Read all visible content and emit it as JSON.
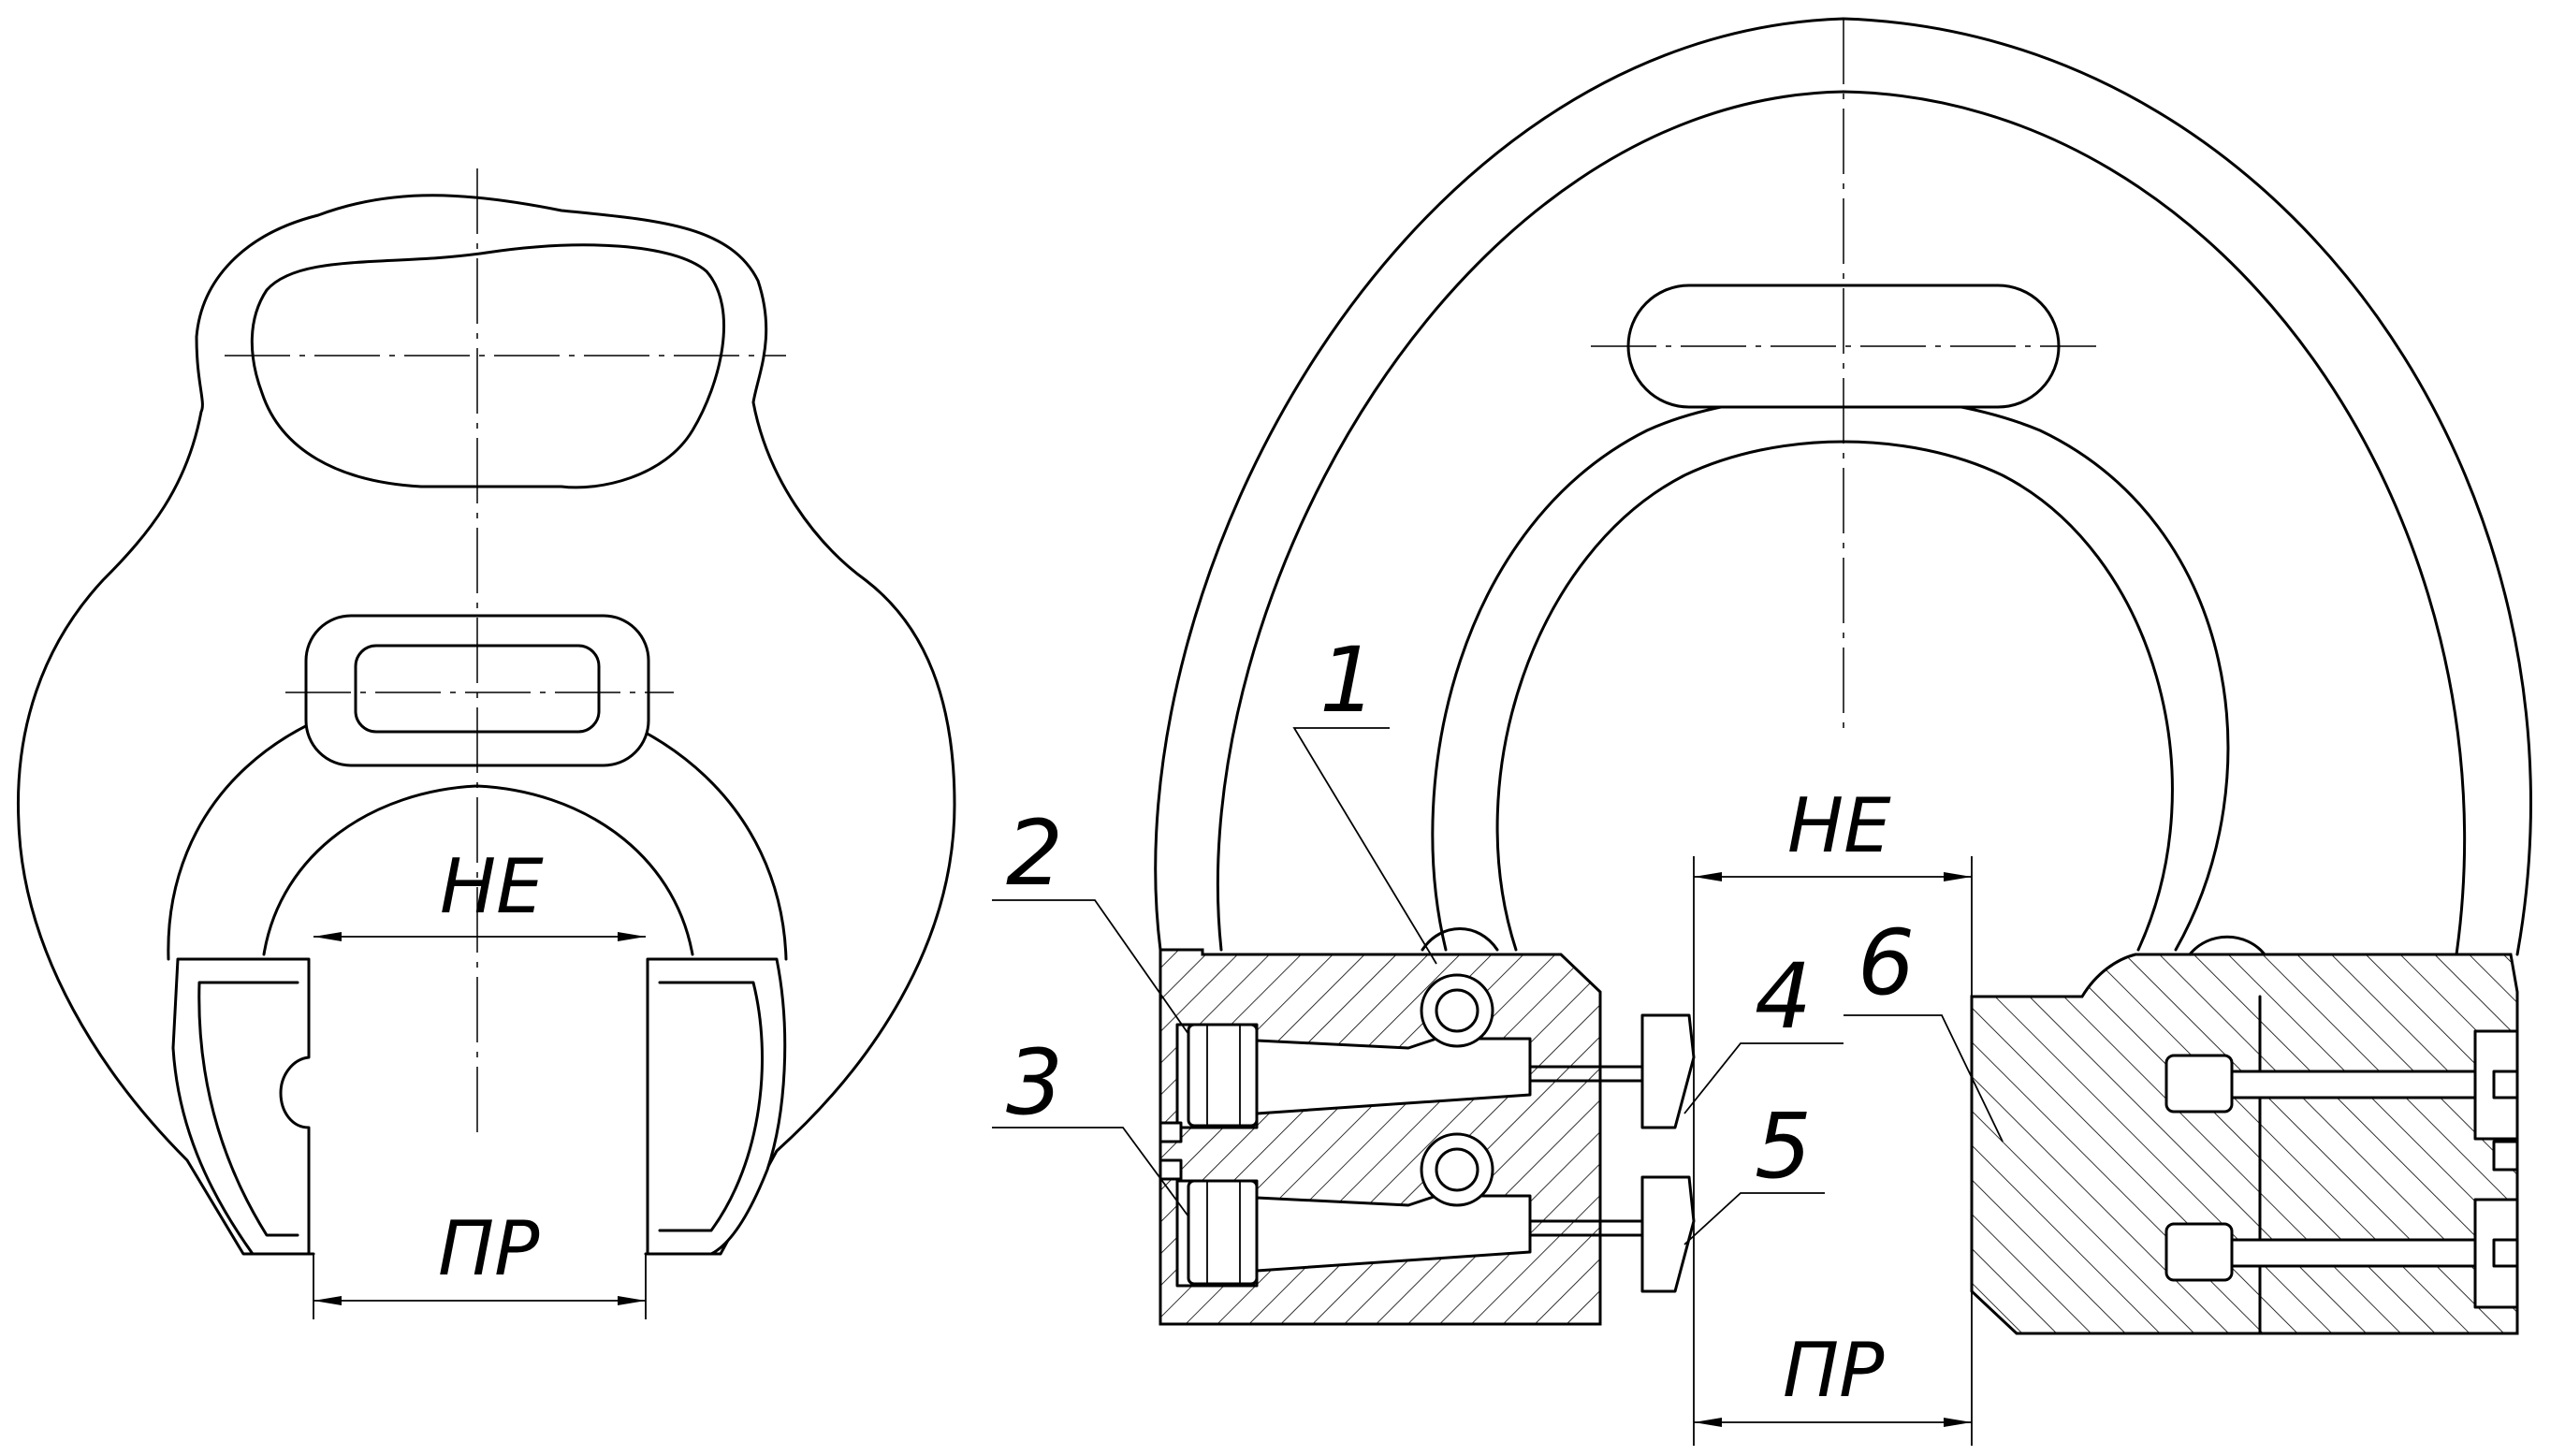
{
  "left_view": {
    "dim_top": "НЕ",
    "dim_bottom": "ПР"
  },
  "right_view": {
    "dim_top": "НЕ",
    "dim_bottom": "ПР",
    "callouts": [
      "1",
      "2",
      "3",
      "4",
      "5",
      "6"
    ]
  }
}
